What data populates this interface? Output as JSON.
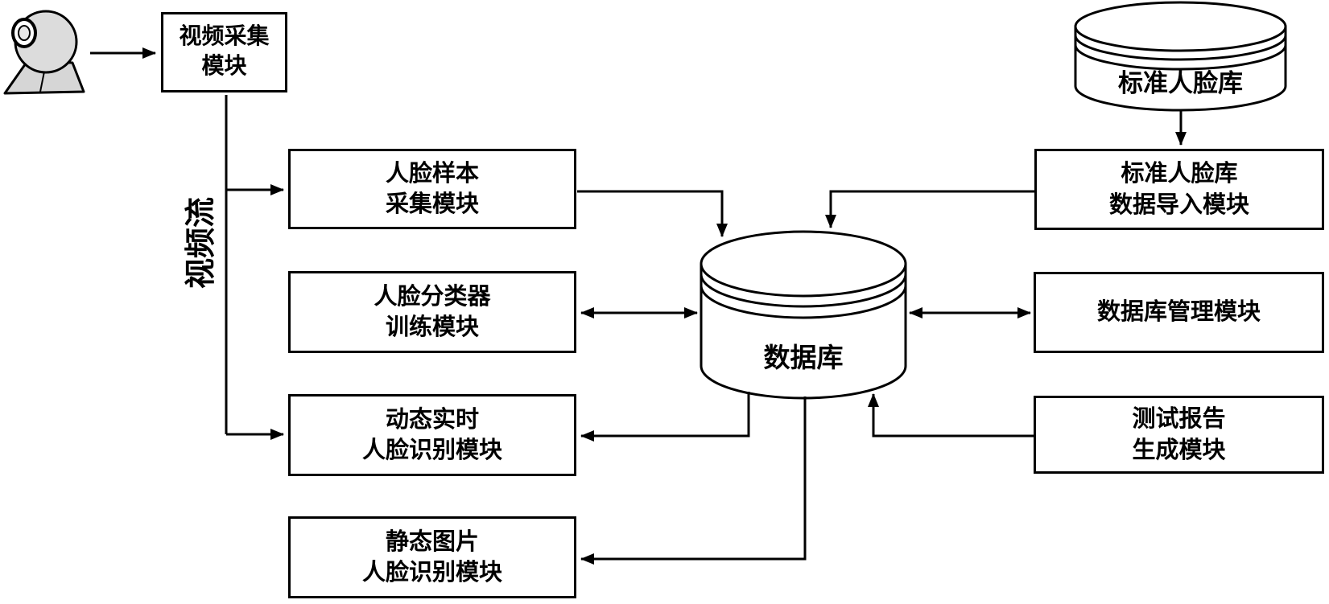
{
  "diagram": {
    "kind": "system-architecture-flowchart",
    "colors": {
      "line": "#000000",
      "background": "#ffffff",
      "node_fill": "#ffffff"
    },
    "labels": {
      "video_capture": "视频采集\n模块",
      "video_stream": "视频流",
      "face_sample": "人脸样本\n采集模块",
      "classifier_training": "人脸分类器\n训练模块",
      "dynamic_recognition": "动态实时\n人脸识别模块",
      "static_recognition": "静态图片\n人脸识别模块",
      "database": "数据库",
      "standard_face_db": "标准人脸库",
      "data_import": "标准人脸库\n数据导入模块",
      "db_management": "数据库管理模块",
      "report_generation": "测试报告\n生成模块"
    },
    "edges": [
      {
        "from": "camera",
        "to": "video_capture",
        "type": "arrow"
      },
      {
        "from": "video_capture",
        "to": "face_sample",
        "type": "arrow",
        "label": "视频流"
      },
      {
        "from": "video_capture",
        "to": "dynamic_recognition",
        "type": "arrow",
        "label": "视频流"
      },
      {
        "from": "face_sample",
        "to": "database",
        "type": "arrow"
      },
      {
        "from": "classifier_training",
        "to": "database",
        "type": "double-arrow"
      },
      {
        "from": "database",
        "to": "dynamic_recognition",
        "type": "arrow"
      },
      {
        "from": "database",
        "to": "static_recognition",
        "type": "arrow"
      },
      {
        "from": "standard_face_db",
        "to": "data_import",
        "type": "arrow"
      },
      {
        "from": "data_import",
        "to": "database",
        "type": "arrow"
      },
      {
        "from": "database",
        "to": "db_management",
        "type": "double-arrow"
      },
      {
        "from": "report_generation",
        "to": "database",
        "type": "arrow"
      }
    ]
  }
}
